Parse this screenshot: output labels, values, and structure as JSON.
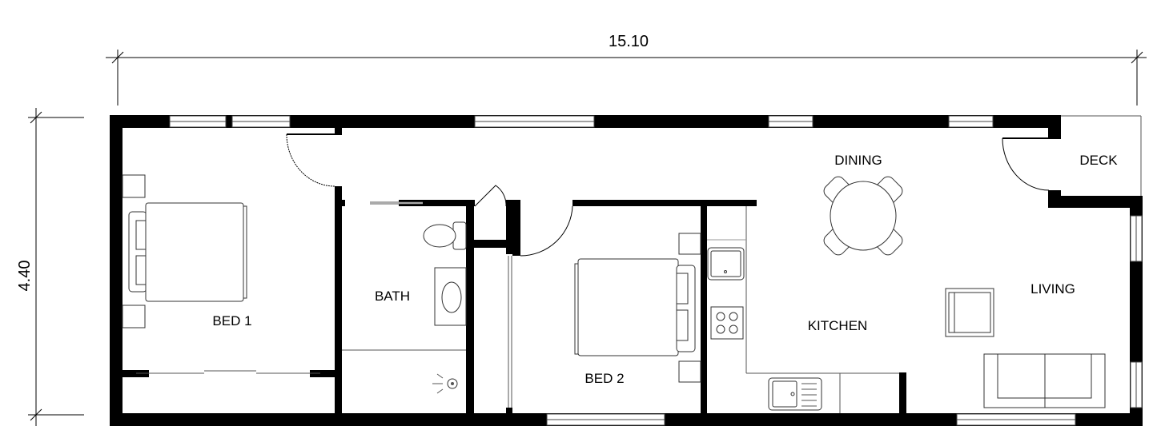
{
  "dimensions": {
    "width": "15.10",
    "depth": "4.40"
  },
  "rooms": {
    "bed1": "BED 1",
    "bath": "BATH",
    "bed2": "BED 2",
    "kitchen": "KITCHEN",
    "dining": "DINING",
    "living": "LIVING",
    "deck": "DECK"
  },
  "colors": {
    "wall": "#000000",
    "background": "#ffffff"
  }
}
